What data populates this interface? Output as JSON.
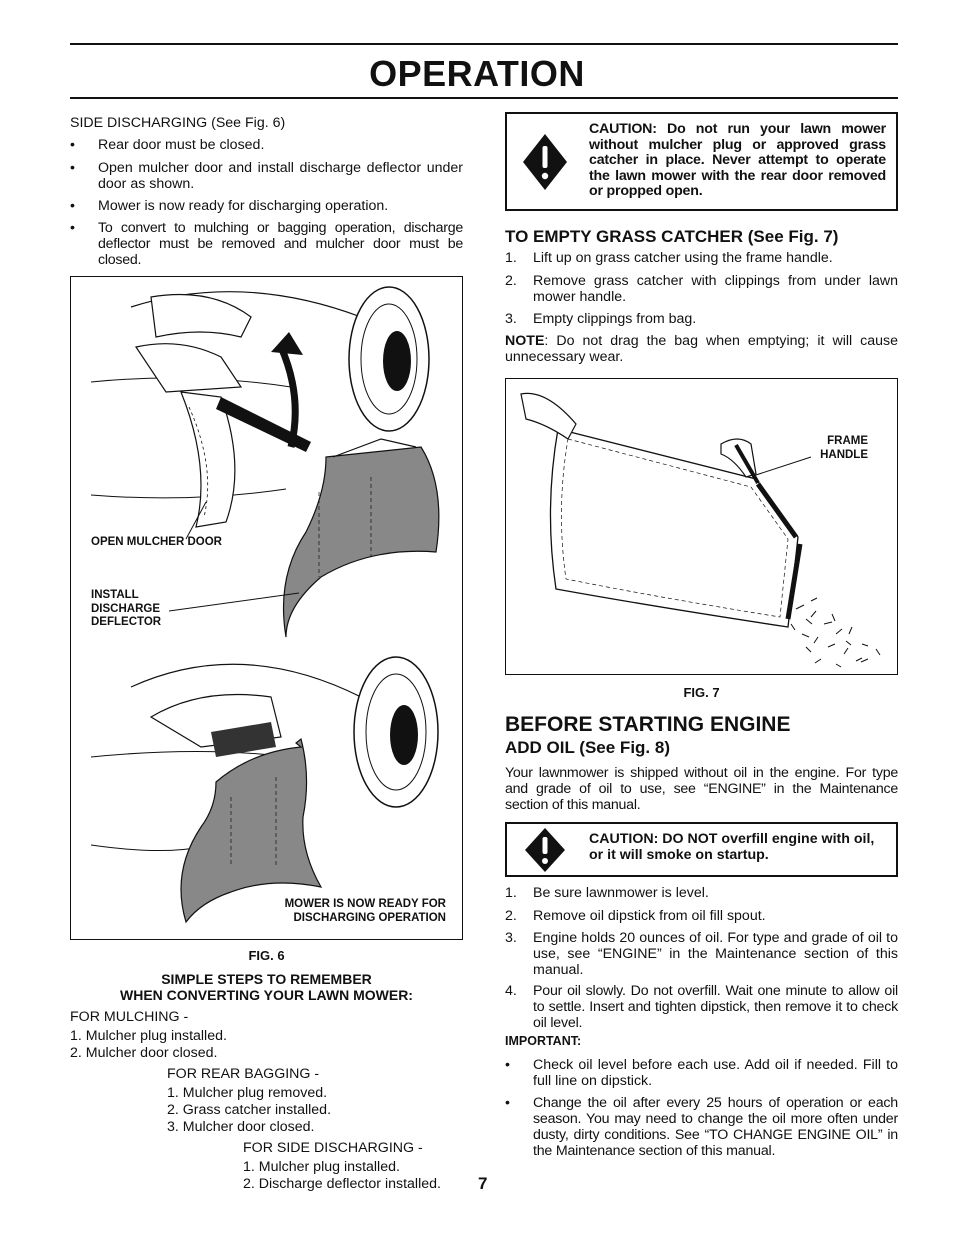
{
  "page": {
    "title": "OPERATION",
    "number": "7"
  },
  "left": {
    "side_heading": "SIDE DISCHARGING (See Fig. 6)",
    "side_bullets": [
      "Rear door must be closed.",
      "Open mulcher door and install discharge deflector under door as shown.",
      "Mower is now ready for discharging operation.",
      "To convert to mulching or bagging operation, discharge deflector must be removed and mulcher door must be closed."
    ],
    "bullet_char": "•",
    "fig6": {
      "label_open": "OPEN MULCHER DOOR",
      "label_install": [
        "INSTALL",
        "DISCHARGE",
        "DEFLECTOR"
      ],
      "label_ready": [
        "MOWER IS NOW READY FOR",
        "DISCHARGING OPERATION"
      ],
      "caption": "FIG. 6"
    },
    "steps_title": [
      "SIMPLE STEPS TO REMEMBER",
      "WHEN CONVERTING YOUR LAWN MOWER:"
    ],
    "mulching": {
      "title": "FOR MULCHING -",
      "items": [
        "1.  Mulcher plug installed.",
        "2.  Mulcher door closed."
      ]
    },
    "rear_bagging": {
      "title": "FOR REAR BAGGING -",
      "items": [
        "1.  Mulcher plug removed.",
        "2.  Grass catcher installed.",
        "3.  Mulcher door closed."
      ]
    },
    "side_discharging": {
      "title": "FOR SIDE DISCHARGING -",
      "items": [
        "1.  Mulcher plug installed.",
        "2.  Discharge deflector installed."
      ]
    }
  },
  "right": {
    "caution1": "CAUTION:  Do not run your lawn mower without mulcher plug or approved grass catcher in place.  Never attempt to operate the lawn mower with the rear door removed or propped open.",
    "empty_heading": "TO EMPTY GRASS CATCHER (See Fig. 7)",
    "empty_steps": [
      {
        "n": "1.",
        "t": "Lift up on grass catcher using the frame handle."
      },
      {
        "n": "2.",
        "t": "Remove grass catcher with clippings from under lawn mower handle."
      },
      {
        "n": "3.",
        "t": "Empty clippings from bag."
      }
    ],
    "note_label": "NOTE",
    "note_text": ":  Do not drag the bag when emptying;  it will cause unnecessary wear.",
    "fig7": {
      "label": [
        "FRAME",
        "HANDLE"
      ],
      "caption": "FIG. 7"
    },
    "before_heading": "BEFORE STARTING ENGINE",
    "add_oil_heading": "ADD OIL (See Fig. 8)",
    "oil_intro": "Your lawnmower is shipped without oil in the engine. For type and grade of oil to use, see “ENGINE” in the Maintenance section of this manual.",
    "caution2": "CAUTION: DO NOT overfill engine with oil, or it will smoke on startup.",
    "oil_steps": [
      {
        "n": "1.",
        "t": "Be sure lawnmower is level."
      },
      {
        "n": "2.",
        "t": "Remove oil dipstick from oil fill spout."
      },
      {
        "n": "3.",
        "t": "Engine holds 20 ounces of oil.  For type and grade of oil to use, see “ENGINE” in the Maintenance section of this manual."
      },
      {
        "n": "4.",
        "t": "Pour oil slowly.  Do not overfill.  Wait one minute to allow oil to settle.  Insert and tighten dipstick, then remove it to check oil level."
      }
    ],
    "important_label": "IMPORTANT:",
    "important_bullets": [
      "Check oil level before each use.  Add oil if needed.  Fill to full line on dipstick.",
      "Change the oil after every 25 hours of operation or each season.  You may need to change the oil more often under dusty, dirty conditions.  See “TO CHANGE ENGINE OIL” in the Maintenance section of this manual."
    ]
  }
}
